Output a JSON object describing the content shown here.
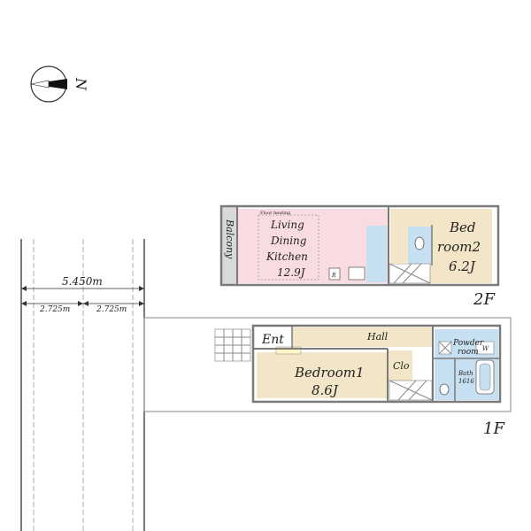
{
  "compass": {
    "letter": "N"
  },
  "dimensions": {
    "total": "5.450m",
    "left": "2.725m",
    "right": "2.725m"
  },
  "floor2": {
    "label": "2F",
    "balcony": "Balcony",
    "floor_heating": "Floor heating",
    "ldk_line1": "Living",
    "ldk_line2": "Dining",
    "ldk_line3": "Kitchen",
    "ldk_size": "12.9J",
    "fridge": "R",
    "bedroom2_line1": "Bed",
    "bedroom2_line2": "room2",
    "bedroom2_size": "6.2J"
  },
  "floor1": {
    "label": "1F",
    "entrance": "Ent",
    "hall": "Hall",
    "bedroom1_line1": "Bedroom1",
    "bedroom1_size": "8.6J",
    "closet": "Clo",
    "powder_line1": "Powder",
    "powder_line2": "room",
    "washer": "W",
    "bath_line1": "Bath",
    "bath_line2": "1616"
  },
  "colors": {
    "ldk": "#f9dbe2",
    "bedroom": "#f3e6c8",
    "wet": "#c6e0f1",
    "hall": "#f3e6c8",
    "balcony": "#d9d9d9"
  }
}
